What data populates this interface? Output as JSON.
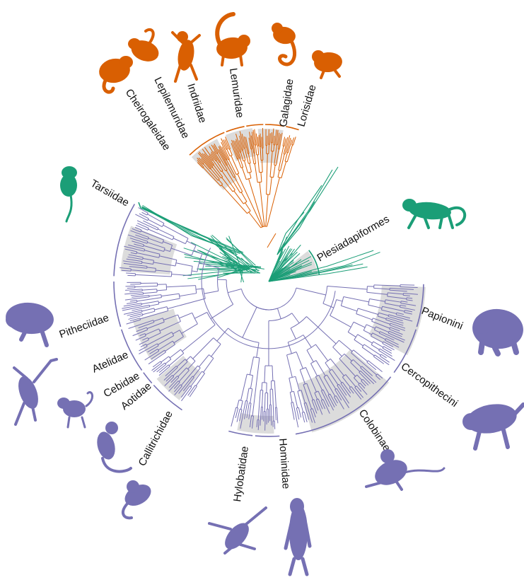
{
  "colors": {
    "strepsirrhini": "#d95f02",
    "tarsiers_plesiadapiformes": "#1b9e77",
    "anthropoids": "#7570b3",
    "clade_shading": "#dcdcdc"
  },
  "clades": [
    {
      "key": "cheirogaleidae",
      "label": "Cheirogaleidae",
      "group": "strepsirrhini",
      "silhouette": "mouse-lemur-silhouette"
    },
    {
      "key": "lepilemuridae",
      "label": "Lepilemuridae",
      "group": "strepsirrhini",
      "silhouette": "sportive-lemur-silhouette"
    },
    {
      "key": "indriidae",
      "label": "Indriidae",
      "group": "strepsirrhini",
      "silhouette": "indri-silhouette"
    },
    {
      "key": "lemuridae",
      "label": "Lemuridae",
      "group": "strepsirrhini",
      "silhouette": "ring-tailed-lemur-silhouette"
    },
    {
      "key": "galagidae",
      "label": "Galagidae",
      "group": "strepsirrhini",
      "silhouette": "galago-silhouette"
    },
    {
      "key": "lorisidae",
      "label": "Lorisidae",
      "group": "strepsirrhini",
      "silhouette": "loris-silhouette"
    },
    {
      "key": "tarsiidae",
      "label": "Tarsiidae",
      "group": "tarsiers_plesiadapiformes",
      "silhouette": "tarsier-silhouette"
    },
    {
      "key": "plesiadapiformes",
      "label": "Plesiadapiformes",
      "group": "tarsiers_plesiadapiformes",
      "silhouette": "plesiadapiform-silhouette"
    },
    {
      "key": "pitheciidae",
      "label": "Pitheciidae",
      "group": "anthropoids",
      "silhouette": "saki-silhouette"
    },
    {
      "key": "atelidae",
      "label": "Atelidae",
      "group": "anthropoids",
      "silhouette": "spider-monkey-silhouette"
    },
    {
      "key": "cebidae",
      "label": "Cebidae",
      "group": "anthropoids",
      "silhouette": "capuchin-silhouette"
    },
    {
      "key": "aotidae",
      "label": "Aotidae",
      "group": "anthropoids",
      "silhouette": "night-monkey-silhouette"
    },
    {
      "key": "callitrichidae",
      "label": "Callitrichidae",
      "group": "anthropoids",
      "silhouette": "marmoset-silhouette"
    },
    {
      "key": "hylobatidae",
      "label": "Hylobatidae",
      "group": "anthropoids",
      "silhouette": "gibbon-silhouette"
    },
    {
      "key": "hominidae",
      "label": "Hominidae",
      "group": "anthropoids",
      "silhouette": "hominid-silhouette"
    },
    {
      "key": "colobinae",
      "label": "Colobinae",
      "group": "anthropoids",
      "silhouette": "colobus-silhouette"
    },
    {
      "key": "cercopithecini",
      "label": "Cercopithecini",
      "group": "anthropoids",
      "silhouette": "guenon-silhouette"
    },
    {
      "key": "papionini",
      "label": "Papionini",
      "group": "anthropoids",
      "silhouette": "baboon-silhouette"
    }
  ]
}
